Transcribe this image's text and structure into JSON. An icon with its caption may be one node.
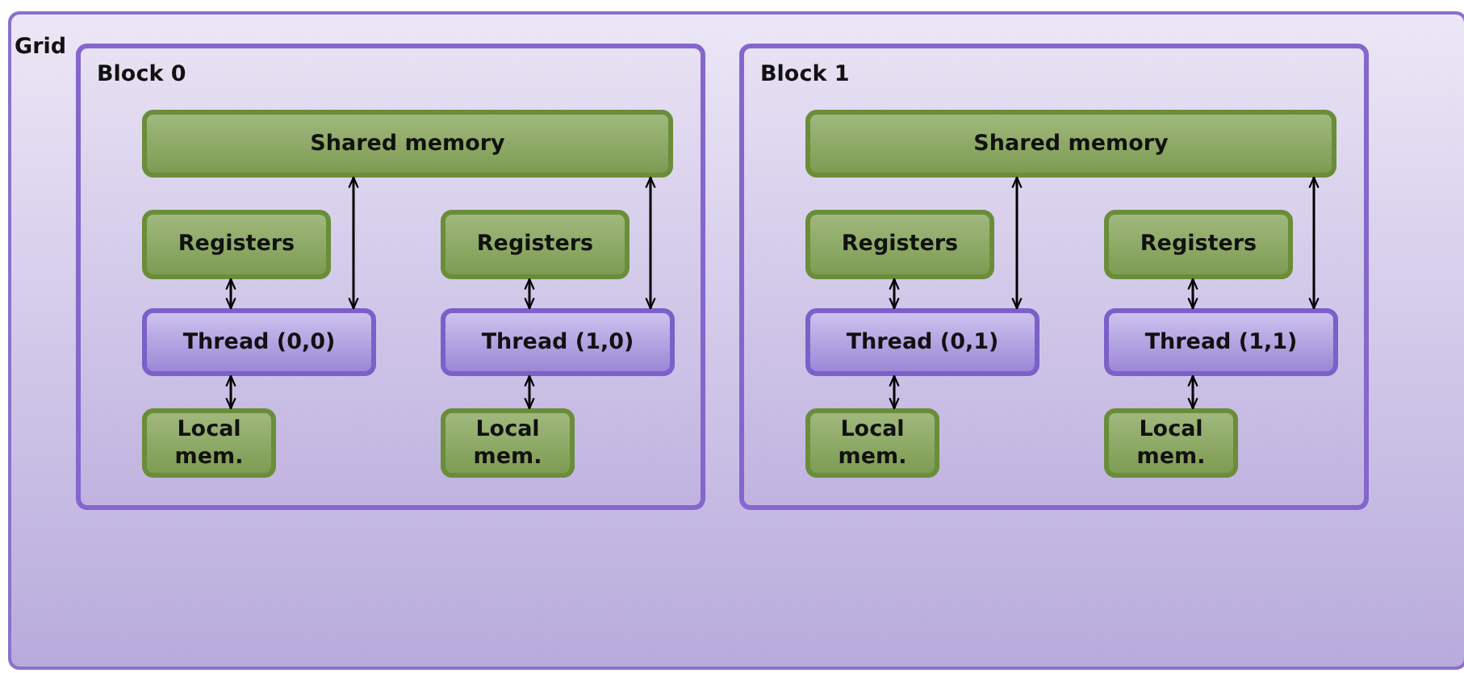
{
  "diagram": {
    "nodes": [
      {
        "text": [
          "Grid"
        ]
      },
      {
        "text": [
          "Block 0"
        ],
        "in": 0
      },
      {
        "text": [
          "Shared memory"
        ],
        "in": 1
      },
      {
        "text": [
          "Registers"
        ],
        "in": 1
      },
      {
        "text": [
          "Registers"
        ],
        "in": 1
      },
      {
        "text": [
          "Thread (0,0)"
        ],
        "in": 1
      },
      {
        "text": [
          "Thread (1,0)"
        ],
        "in": 1
      },
      {
        "text": [
          "Local mem."
        ],
        "in": 1
      },
      {
        "text": [
          "Local mem."
        ],
        "in": 1
      },
      {
        "text": [
          "Block 1"
        ],
        "in": 0
      },
      {
        "text": [
          "Shared memory"
        ],
        "in": 9
      },
      {
        "text": [
          "Registers"
        ],
        "in": 9
      },
      {
        "text": [
          "Registers"
        ],
        "in": 9
      },
      {
        "text": [
          "Thread (0,1)"
        ],
        "in": 9
      },
      {
        "text": [
          "Thread (1,1)"
        ],
        "in": 9
      },
      {
        "text": [
          "Local mem."
        ],
        "in": 9
      },
      {
        "text": [
          "Local mem."
        ],
        "in": 9
      }
    ],
    "edges": [
      {
        "from": 3,
        "to": 5,
        "arrow": "both"
      },
      {
        "from": 2,
        "to": 5,
        "arrow": "both"
      },
      {
        "from": 5,
        "to": 7,
        "arrow": "both"
      },
      {
        "from": 4,
        "to": 6,
        "arrow": "both"
      },
      {
        "from": 2,
        "to": 6,
        "arrow": "both"
      },
      {
        "from": 6,
        "to": 8,
        "arrow": "both"
      },
      {
        "from": 11,
        "to": 13,
        "arrow": "both"
      },
      {
        "from": 10,
        "to": 13,
        "arrow": "both"
      },
      {
        "from": 13,
        "to": 15,
        "arrow": "both"
      },
      {
        "from": 12,
        "to": 14,
        "arrow": "both"
      },
      {
        "from": 10,
        "to": 14,
        "arrow": "both"
      },
      {
        "from": 14,
        "to": 16,
        "arrow": "both"
      }
    ]
  }
}
